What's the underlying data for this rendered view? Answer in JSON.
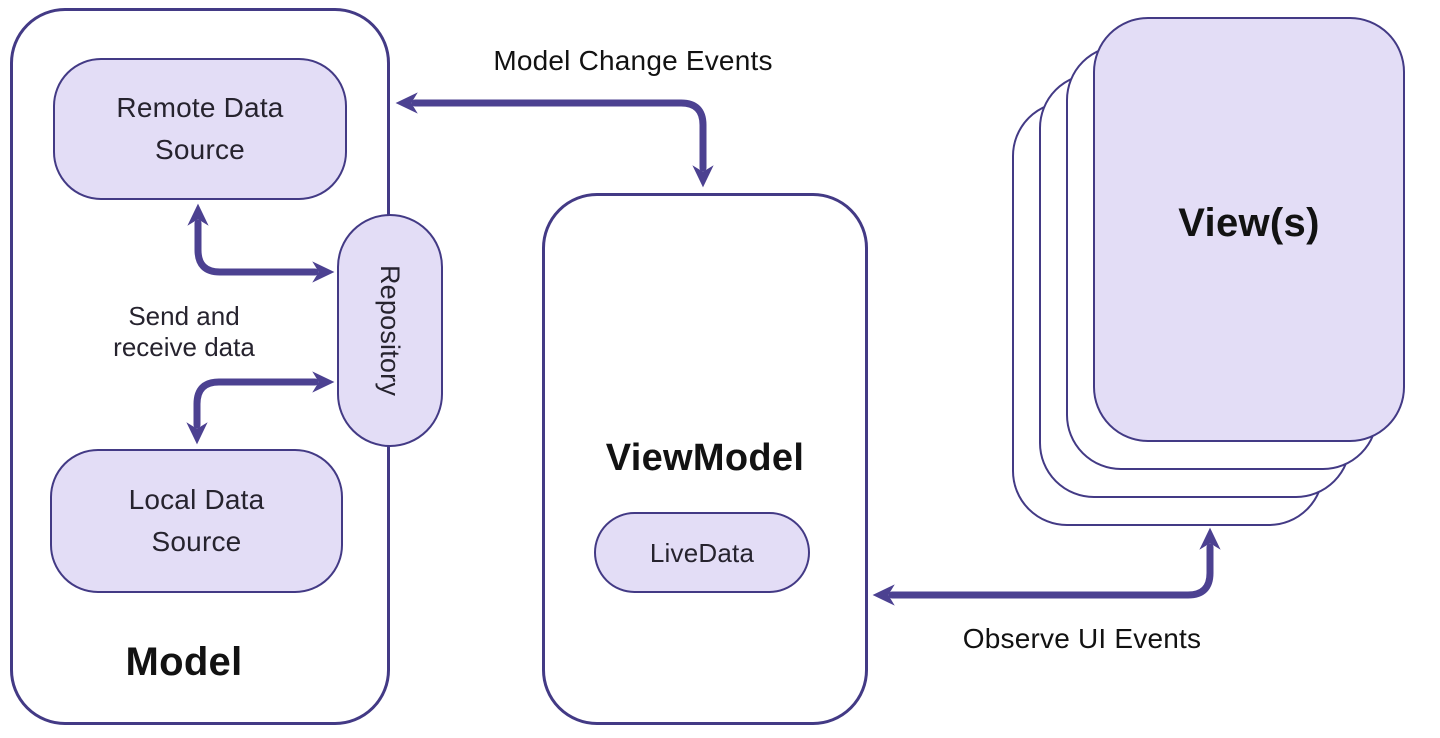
{
  "colors": {
    "background": "#ffffff",
    "node_fill": "#e3ddf6",
    "node_border": "#433a85",
    "arrow": "#4c4191",
    "text": "#26232e",
    "heading": "#121212"
  },
  "model": {
    "label": "Model",
    "remote_data_source": {
      "line1": "Remote Data",
      "line2": "Source"
    },
    "local_data_source": {
      "line1": "Local Data",
      "line2": "Source"
    },
    "repository": "Repository",
    "send_receive": {
      "line1": "Send and",
      "line2": "receive data"
    }
  },
  "viewmodel": {
    "label": "ViewModel",
    "livedata": "LiveData"
  },
  "views": {
    "label": "View(s)"
  },
  "arrows": {
    "model_change_events": "Model Change Events",
    "observe_ui_events": "Observe UI Events"
  }
}
